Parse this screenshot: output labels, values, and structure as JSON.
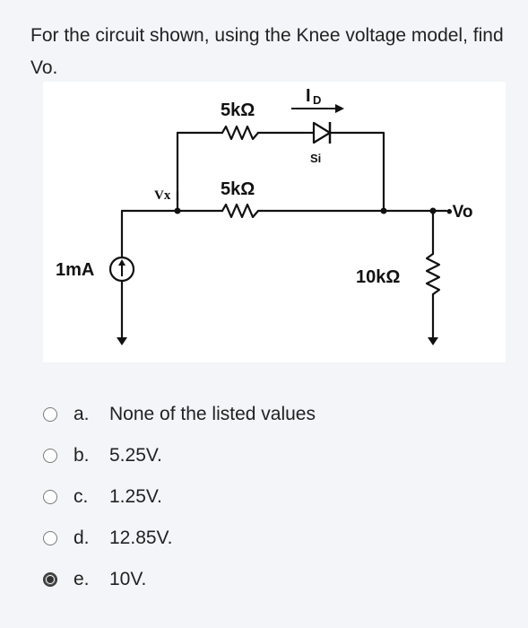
{
  "question": {
    "text": "For the circuit shown, using the Knee voltage model, find Vo."
  },
  "circuit": {
    "labels": {
      "r1": "5kΩ",
      "r2": "5kΩ",
      "r3": "10kΩ",
      "id_letter": "I",
      "id_sub": "D",
      "si": "Si",
      "vx": "Vx",
      "vo": "•Vo",
      "source": "1mA"
    }
  },
  "options": [
    {
      "letter": "a.",
      "text": "None of the listed values",
      "selected": false
    },
    {
      "letter": "b.",
      "text": "5.25V.",
      "selected": false
    },
    {
      "letter": "c.",
      "text": "1.25V.",
      "selected": false
    },
    {
      "letter": "d.",
      "text": "12.85V.",
      "selected": false
    },
    {
      "letter": "e.",
      "text": "10V.",
      "selected": true
    }
  ]
}
